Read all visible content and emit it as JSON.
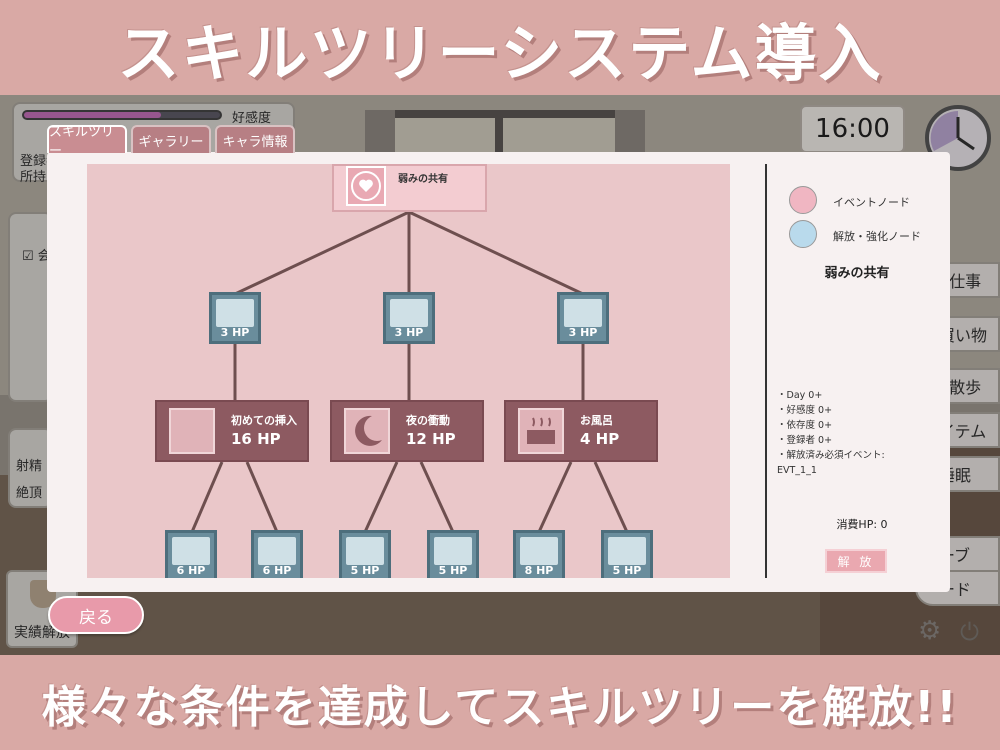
{
  "banners": {
    "top": "スキルツリーシステム導入",
    "bottom": "様々な条件を達成してスキルツリーを解放!!"
  },
  "hud": {
    "affection_label": "好感度",
    "affection_fill": 0.7,
    "registered_label": "登録者",
    "owned_label": "所持",
    "checkbox_label": "会",
    "stat1": "射精",
    "stat2": "絶頂"
  },
  "clock": {
    "time": "16:00"
  },
  "side_menu": [
    {
      "label": "8仕事"
    },
    {
      "label": "買い物"
    },
    {
      "label": "8散歩"
    },
    {
      "label": "イテム"
    },
    {
      "label": "睡眠"
    },
    {
      "label": "ーブ"
    },
    {
      "label": "ード"
    }
  ],
  "achievement_label": "実績解放",
  "tabs": [
    {
      "label": "スキルツリー",
      "active": true
    },
    {
      "label": "ギャラリー",
      "active": false
    },
    {
      "label": "キャラ情報",
      "active": false
    }
  ],
  "tree": {
    "root": {
      "name": "弱みの共有"
    },
    "tier1": [
      {
        "hp": "3 HP"
      },
      {
        "hp": "3 HP"
      },
      {
        "hp": "3 HP"
      }
    ],
    "events": [
      {
        "name": "初めての挿入",
        "hp": "16 HP"
      },
      {
        "name": "夜の衝動",
        "hp": "12 HP"
      },
      {
        "name": "お風呂",
        "hp": "4 HP"
      }
    ],
    "tier3": [
      {
        "hp": "6 HP"
      },
      {
        "hp": "6 HP"
      },
      {
        "hp": "5 HP"
      },
      {
        "hp": "5 HP"
      },
      {
        "hp": "8 HP"
      },
      {
        "hp": "5 HP"
      }
    ]
  },
  "legend": {
    "event": {
      "label": "イベントノード",
      "color": "#f0b6c2"
    },
    "unlock": {
      "label": "解放・強化ノード",
      "color": "#b9daec"
    }
  },
  "selected": {
    "title": "弱みの共有",
    "requirements": [
      "・Day 0+",
      "・好感度 0+",
      "・依存度 0+",
      "・登録者 0+",
      "・解放済み必須イベント:",
      "EVT_1_1"
    ],
    "cost": "消費HP: 0",
    "unlock_button": "解 放"
  },
  "back_button": "戻る"
}
